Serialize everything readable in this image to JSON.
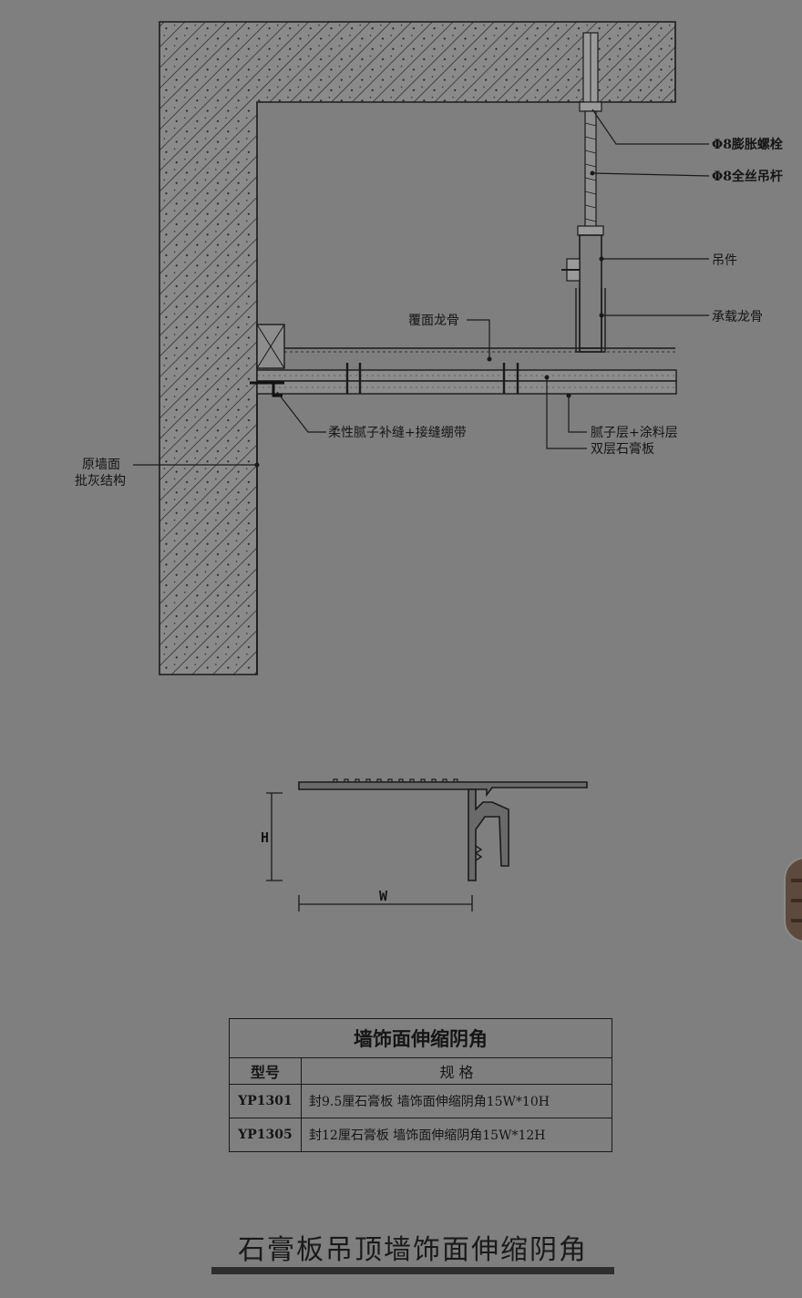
{
  "labels": {
    "expansion_bolt": "Φ8膨胀螺栓",
    "threaded_rod": "Φ8全丝吊杆",
    "hanger": "吊件",
    "main_keel": "承载龙骨",
    "cover_keel": "覆面龙骨",
    "flexible_putty": "柔性腻子补缝+接缝绷带",
    "putty_coating": "腻子层+涂料层",
    "double_gypsum": "双层石膏板",
    "wall_line1": "原墙面",
    "wall_line2": "批灰结构"
  },
  "dimensions": {
    "height": "H",
    "width": "W"
  },
  "table": {
    "title": "墙饰面伸缩阴角",
    "col_model": "型号",
    "col_spec": "规    格",
    "rows": [
      {
        "model": "YP1301",
        "spec": "封9.5厘石膏板  墙饰面伸缩阴角15W*10H"
      },
      {
        "model": "YP1305",
        "spec": "封12厘石膏板  墙饰面伸缩阴角15W*12H"
      }
    ]
  },
  "page_title": "石膏板吊顶墙饰面伸缩阴角",
  "colors": {
    "background": "#7f7f7f",
    "ink": "#151515",
    "concrete": "#8a8a8a"
  }
}
